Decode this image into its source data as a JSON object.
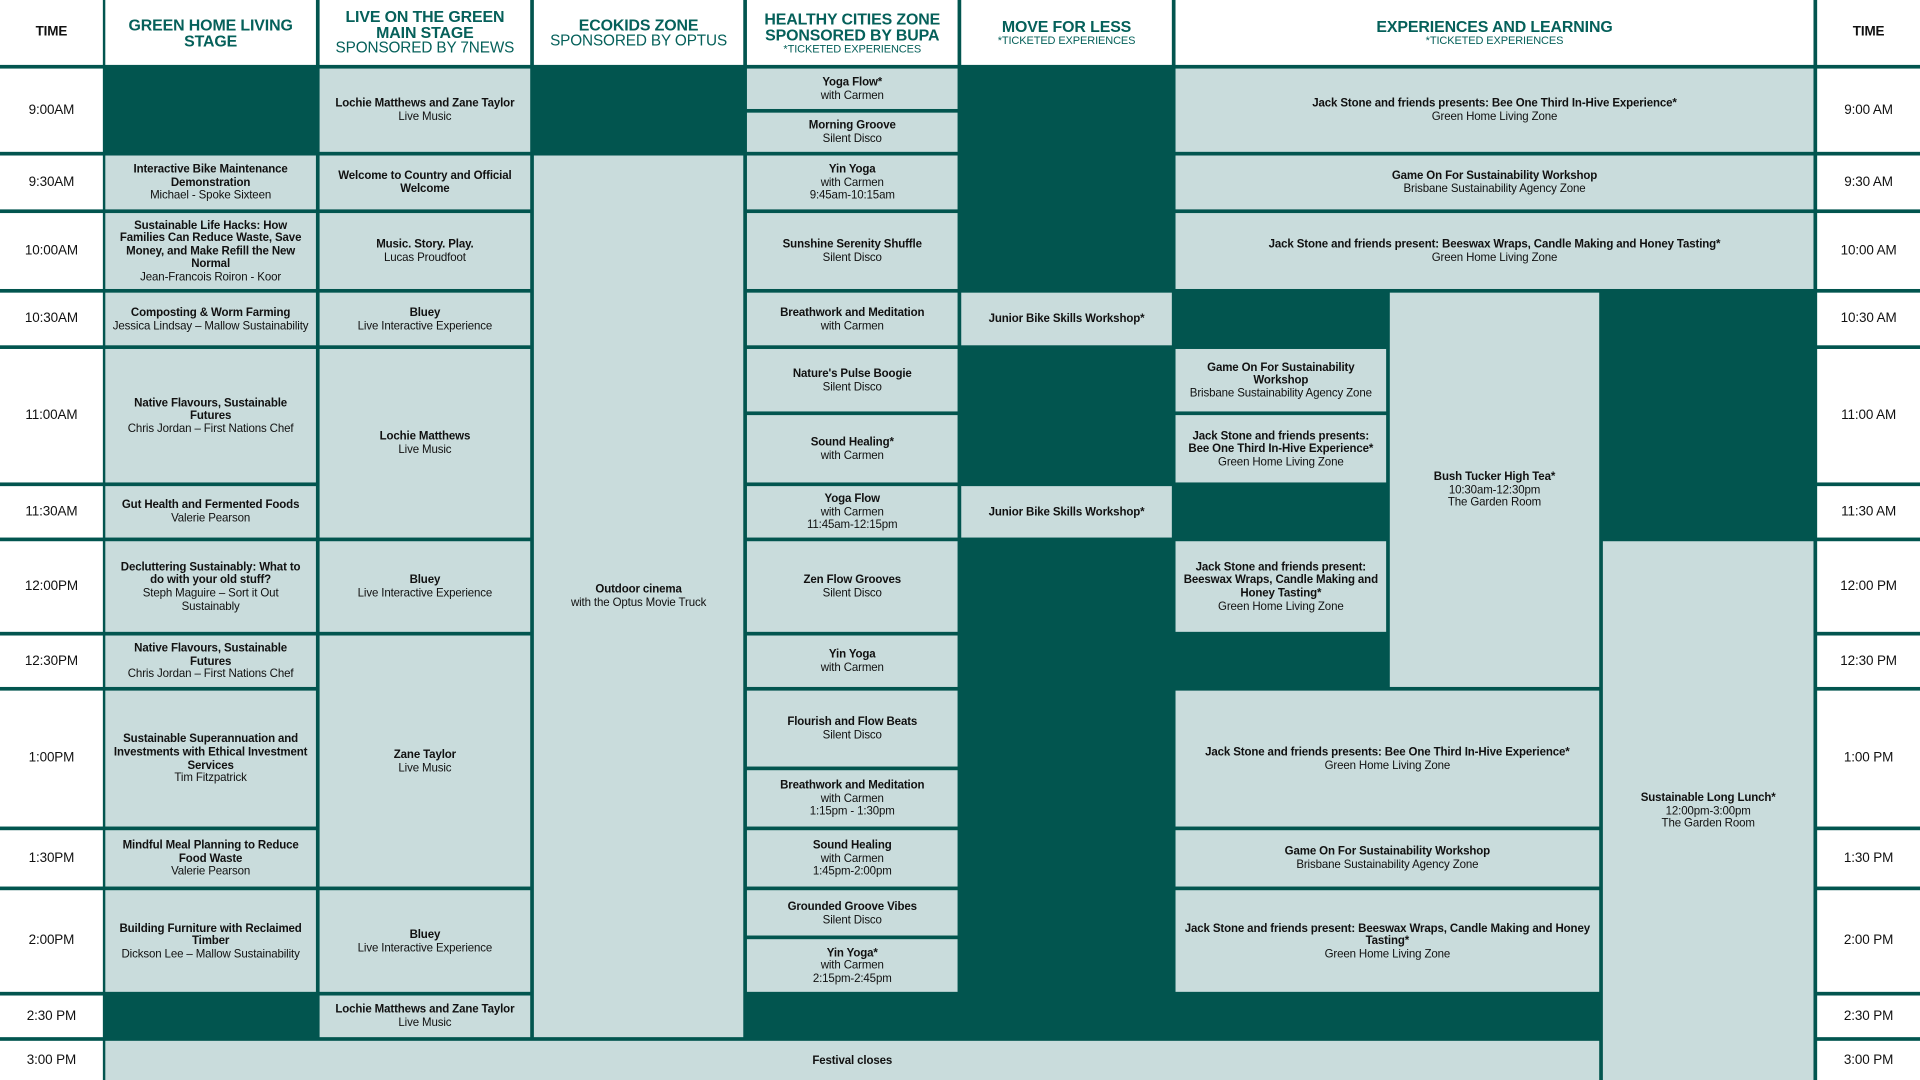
{
  "headers": {
    "time_left": "TIME",
    "time_right": "TIME",
    "green": {
      "title": "GREEN HOME LIVING STAGE"
    },
    "live": {
      "title": "LIVE ON THE GREEN MAIN STAGE",
      "sub": "SPONSORED BY 7NEWS"
    },
    "ecokids": {
      "title": "ECOKIDS ZONE",
      "sub": "SPONSORED BY OPTUS"
    },
    "healthy": {
      "title": "HEALTHY CITIES ZONE SPONSORED BY BUPA",
      "note": "*TICKETED EXPERIENCES"
    },
    "move": {
      "title": "MOVE FOR LESS",
      "note": "*TICKETED EXPERIENCES"
    },
    "exp": {
      "title": "EXPERIENCES AND LEARNING",
      "note": "*TICKETED EXPERIENCES"
    }
  },
  "times_left": [
    "9:00AM",
    "9:30AM",
    "10:00AM",
    "10:30AM",
    "11:00AM",
    "11:30AM",
    "12:00PM",
    "12:30PM",
    "1:00PM",
    "1:30PM",
    "2:00PM",
    "2:30 PM",
    "3:00 PM"
  ],
  "times_right": [
    "9:00 AM",
    "9:30 AM",
    "10:00 AM",
    "10:30 AM",
    "11:00 AM",
    "11:30 AM",
    "12:00 PM",
    "12:30 PM",
    "1:00 PM",
    "1:30 PM",
    "2:00 PM",
    "2:30 PM",
    "3:00 PM"
  ],
  "cells": {
    "green": [
      {
        "title": "Interactive Bike Maintenance Demonstration",
        "lines": [
          "Michael - Spoke Sixteen"
        ]
      },
      {
        "title": "Sustainable Life Hacks: How Families Can Reduce Waste, Save Money, and Make Refill the New Normal",
        "lines": [
          "Jean-Francois Roiron - Koor"
        ]
      },
      {
        "title": "Composting & Worm Farming",
        "lines": [
          "Jessica Lindsay – Mallow Sustainability"
        ]
      },
      {
        "title": "Native Flavours, Sustainable Futures",
        "lines": [
          "Chris Jordan – First Nations Chef"
        ]
      },
      {
        "title": "Gut Health and Fermented Foods",
        "lines": [
          "Valerie Pearson"
        ]
      },
      {
        "title": "Decluttering Sustainably: What to do with your old stuff?",
        "lines": [
          "Steph Maguire – Sort it Out Sustainably"
        ]
      },
      {
        "title": "Native Flavours, Sustainable Futures",
        "lines": [
          "Chris Jordan – First Nations Chef"
        ]
      },
      {
        "title": "Sustainable Superannuation and Investments with Ethical Investment Services",
        "lines": [
          "Tim Fitzpatrick"
        ]
      },
      {
        "title": "Mindful Meal Planning to Reduce Food Waste",
        "lines": [
          "Valerie Pearson"
        ]
      },
      {
        "title": "Building Furniture with Reclaimed Timber",
        "lines": [
          "Dickson Lee – Mallow Sustainability"
        ]
      }
    ],
    "live": [
      {
        "title": "Lochie Matthews and Zane Taylor",
        "lines": [
          "Live Music"
        ]
      },
      {
        "title": "Welcome to Country and Official Welcome",
        "lines": []
      },
      {
        "title": "Music. Story. Play.",
        "lines": [
          "Lucas Proudfoot"
        ]
      },
      {
        "title": "Bluey",
        "lines": [
          "Live Interactive Experience"
        ]
      },
      {
        "title": "Lochie Matthews",
        "lines": [
          "Live Music"
        ]
      },
      {
        "title": "Bluey",
        "lines": [
          "Live Interactive Experience"
        ]
      },
      {
        "title": "Zane Taylor",
        "lines": [
          "Live Music"
        ]
      },
      {
        "title": "Bluey",
        "lines": [
          "Live Interactive Experience"
        ]
      },
      {
        "title": "Lochie Matthews and Zane Taylor",
        "lines": [
          "Live Music"
        ]
      }
    ],
    "ecokids": [
      {
        "title": "Outdoor cinema",
        "lines": [
          "with the Optus Movie Truck"
        ]
      }
    ],
    "healthy": [
      {
        "title": "Yoga Flow*",
        "lines": [
          "with Carmen"
        ]
      },
      {
        "title": "Morning Groove",
        "lines": [
          "Silent Disco"
        ]
      },
      {
        "title": "Yin Yoga",
        "lines": [
          "with Carmen",
          "9:45am-10:15am"
        ]
      },
      {
        "title": "Sunshine Serenity Shuffle",
        "lines": [
          "Silent Disco"
        ]
      },
      {
        "title": "Breathwork and Meditation",
        "lines": [
          "with Carmen"
        ]
      },
      {
        "title": "Nature's Pulse Boogie",
        "lines": [
          "Silent Disco"
        ]
      },
      {
        "title": "Sound Healing*",
        "lines": [
          "with Carmen"
        ]
      },
      {
        "title": "Yoga Flow",
        "lines": [
          "with Carmen",
          "11:45am-12:15pm"
        ]
      },
      {
        "title": "Zen Flow Grooves",
        "lines": [
          "Silent Disco"
        ]
      },
      {
        "title": "Yin Yoga",
        "lines": [
          "with Carmen"
        ]
      },
      {
        "title": "Flourish and Flow Beats",
        "lines": [
          "Silent Disco"
        ]
      },
      {
        "title": "Breathwork and Meditation",
        "lines": [
          "with Carmen",
          "1:15pm - 1:30pm"
        ]
      },
      {
        "title": "Sound Healing",
        "lines": [
          "with Carmen",
          "1:45pm-2:00pm"
        ]
      },
      {
        "title": "Grounded Groove Vibes",
        "lines": [
          "Silent Disco"
        ]
      },
      {
        "title": "Yin Yoga*",
        "lines": [
          "with Carmen",
          "2:15pm-2:45pm"
        ]
      }
    ],
    "move": [
      {
        "title": "Junior Bike Skills Workshop*",
        "lines": []
      },
      {
        "title": "Junior Bike Skills Workshop*",
        "lines": []
      }
    ],
    "exp": [
      {
        "title": "Jack Stone and friends presents: Bee One Third In-Hive Experience*",
        "lines": [
          "Green Home Living Zone"
        ]
      },
      {
        "title": "Game On For Sustainability Workshop",
        "lines": [
          "Brisbane Sustainability Agency Zone"
        ]
      },
      {
        "title": "Jack Stone and friends present: Beeswax Wraps, Candle Making and Honey Tasting*",
        "lines": [
          "Green Home Living Zone"
        ]
      },
      {
        "title": "Game On For Sustainability Workshop",
        "lines": [
          "Brisbane Sustainability Agency Zone"
        ]
      },
      {
        "title": "Jack Stone and friends presents: Bee One Third In-Hive Experience*",
        "lines": [
          "Green Home Living Zone"
        ]
      },
      {
        "title": "Bush Tucker High Tea*",
        "lines": [
          "10:30am-12:30pm",
          "The Garden Room"
        ]
      },
      {
        "title": "Jack Stone and friends present: Beeswax Wraps, Candle Making and Honey Tasting*",
        "lines": [
          "Green Home Living Zone"
        ]
      },
      {
        "title": "Jack Stone and friends presents: Bee One Third In-Hive Experience*",
        "lines": [
          "Green Home Living Zone"
        ]
      },
      {
        "title": "Game On For Sustainability Workshop",
        "lines": [
          "Brisbane Sustainability Agency Zone"
        ]
      },
      {
        "title": "Jack Stone and friends present: Beeswax Wraps, Candle Making and Honey Tasting*",
        "lines": [
          "Green Home Living Zone"
        ]
      },
      {
        "title": "Sustainable Long Lunch*",
        "lines": [
          "12:00pm-3:00pm",
          "The Garden Room"
        ]
      }
    ],
    "closing": [
      {
        "title": "Festival closes",
        "lines": []
      }
    ]
  },
  "colors": {
    "dark": "#02554f",
    "cell": "#c9dcdc",
    "header_text": "#05605a"
  }
}
